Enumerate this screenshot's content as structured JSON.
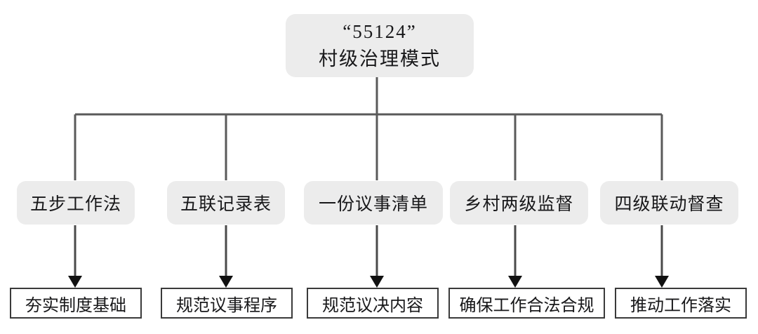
{
  "diagram": {
    "type": "org-tree",
    "root": {
      "line1": "“55124”",
      "line2": "村级治理模式"
    },
    "level2": [
      {
        "label": "五步工作法"
      },
      {
        "label": "五联记录表"
      },
      {
        "label": "一份议事清单"
      },
      {
        "label": "乡村两级监督"
      },
      {
        "label": "四级联动督查"
      }
    ],
    "level3": [
      {
        "label": "夯实制度基础"
      },
      {
        "label": "规范议事程序"
      },
      {
        "label": "规范议决内容"
      },
      {
        "label": "确保工作合法合规"
      },
      {
        "label": "推动工作落实"
      }
    ],
    "colors": {
      "node_fill": "#ececec",
      "connector": "#5a5a5a",
      "outline_border": "#3a3a3a",
      "arrow": "#111111",
      "text": "#18181a",
      "background": "#ffffff"
    }
  }
}
